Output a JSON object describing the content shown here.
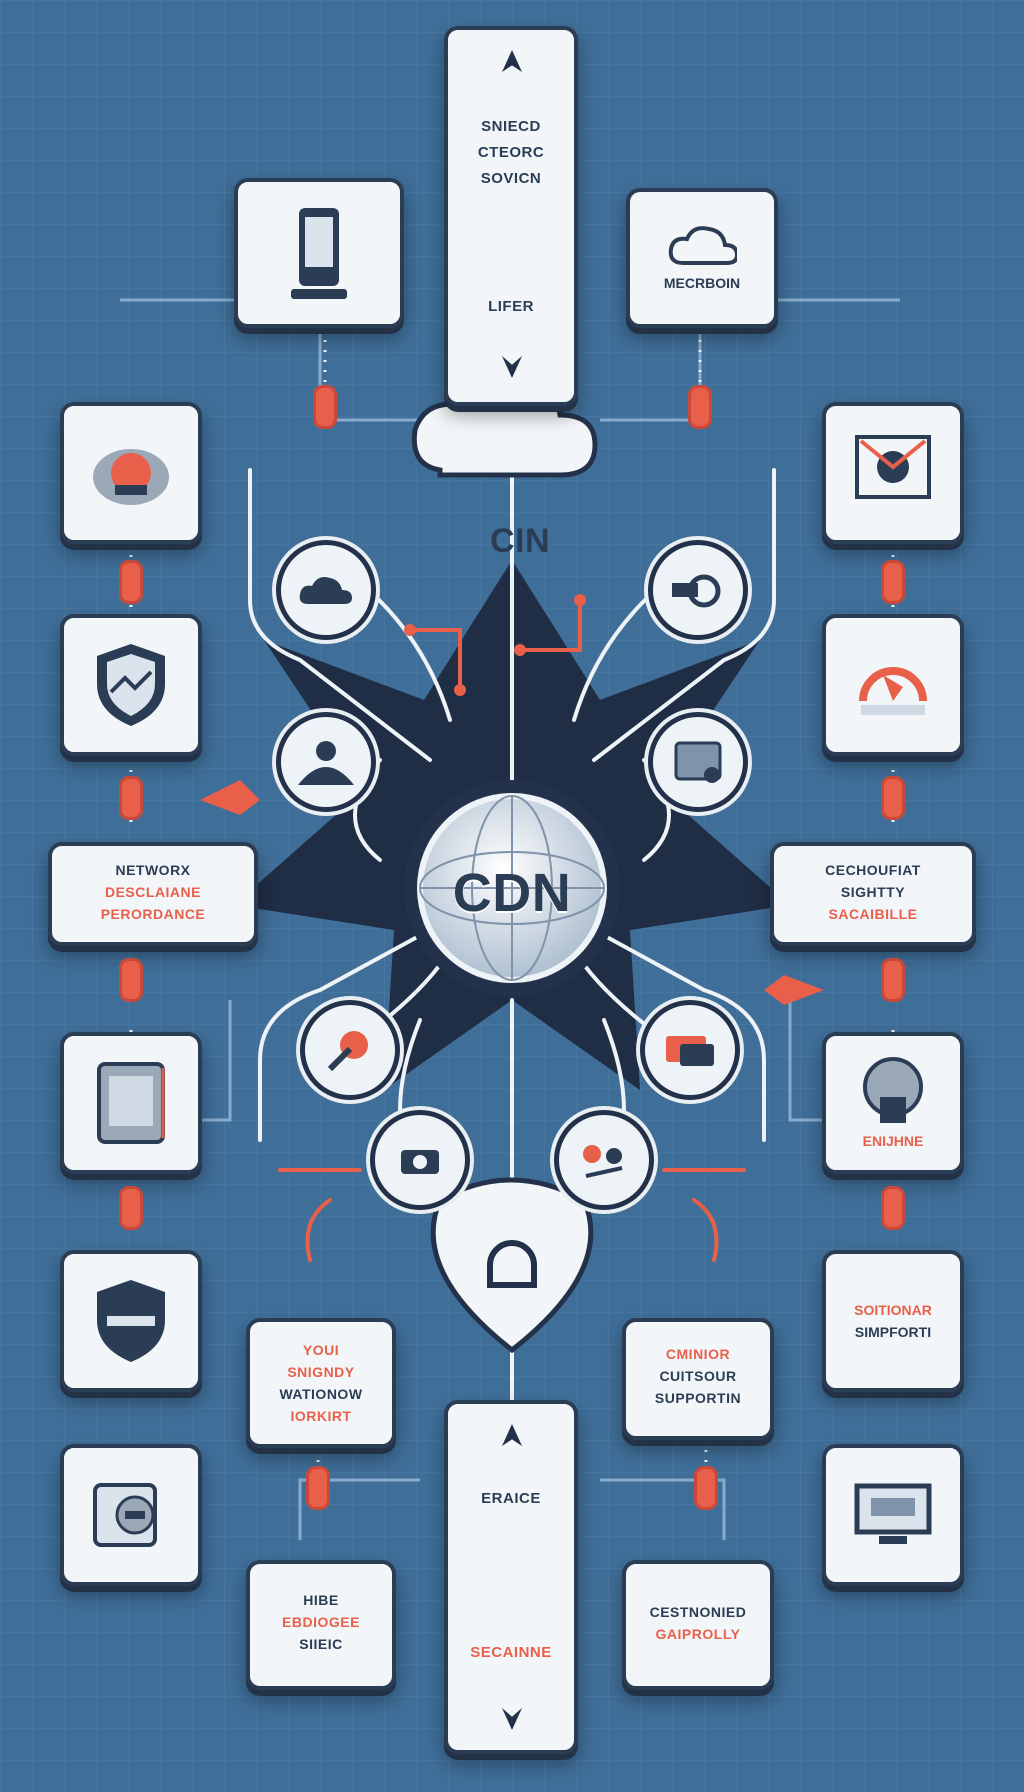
{
  "center": {
    "label": "CDN"
  },
  "top_cloud": {
    "label": "CIN"
  },
  "top_column": {
    "lines": [
      "SNIECD",
      "CTEORC",
      "SOVICN"
    ],
    "footer": "LIFER"
  },
  "top_right_card": {
    "label": "MECRBOIN"
  },
  "left_network_card": {
    "line1": "NETWORX",
    "line2": "DESCLAIANE",
    "line3": "PERORDANCE"
  },
  "right_security_card": {
    "line1": "CECHOUFIAT",
    "line2": "SIGHTTY",
    "line3": "SACAIBILLE"
  },
  "right_lock_tile": {
    "label": "ENIJHNE"
  },
  "right_support_tile": {
    "line1": "SOITIONAR",
    "line2": "SIMPFORTI"
  },
  "left_bottom_card": {
    "line1": "YOUI",
    "line2": "SNIGNDY",
    "line3": "WATIONOW",
    "line4": "IORKIRT"
  },
  "right_bottom_card": {
    "line1": "CMINIOR",
    "line2": "CUITSOUR",
    "line3": "SUPPORTIN"
  },
  "bottom_column": {
    "top": "ERAICE",
    "bottom": "SECAINNE"
  },
  "bottom_left_card": {
    "line1": "HIBE",
    "line2": "EBDIOGEE",
    "line3": "SIIEIC"
  },
  "bottom_right_card": {
    "line1": "CESTNONIED",
    "line2": "GAIPROLLY"
  },
  "colors": {
    "background": "#3f6e98",
    "navy": "#2b3d55",
    "accent": "#e8604a",
    "card": "#f3f6f9"
  }
}
